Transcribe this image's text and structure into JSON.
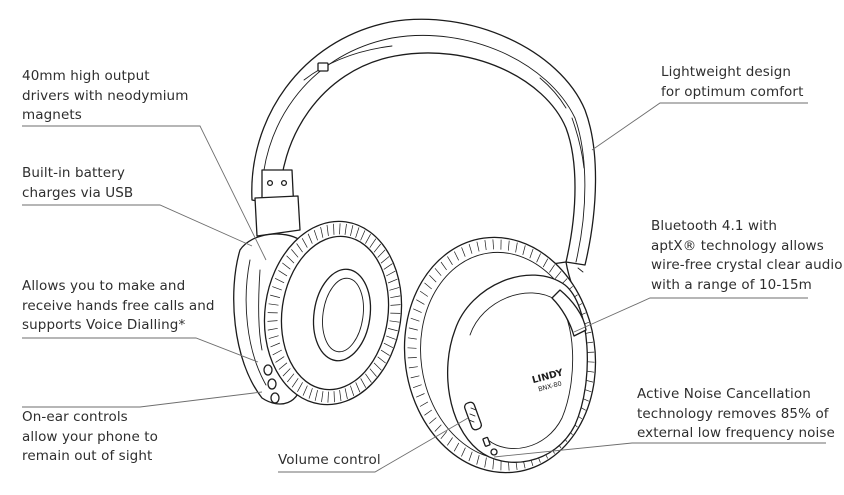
{
  "callouts": {
    "drivers": "40mm high output\ndrivers with neodymium\nmagnets",
    "battery": "Built-in battery\ncharges via USB",
    "calls": "Allows you to make and\nreceive hands free calls and\nsupports Voice Dialling*",
    "controls": "On-ear controls\nallow your phone to\nremain out of sight",
    "volume": "Volume control",
    "lightweight": "Lightweight design\nfor optimum comfort",
    "bluetooth": "Bluetooth 4.1 with\naptX® technology allows\nwire-free crystal clear audio\nwith a range of 10-15m",
    "anc": "Active Noise Cancellation\ntechnology removes 85% of\nexternal low frequency noise"
  },
  "product": {
    "brand_mark": "LINDY",
    "model_mark": "BNX-80"
  },
  "colors": {
    "ink": "#1c1c1c",
    "leader_line": "#6e6e6e",
    "text": "#2e2e2e",
    "background": "#ffffff"
  }
}
